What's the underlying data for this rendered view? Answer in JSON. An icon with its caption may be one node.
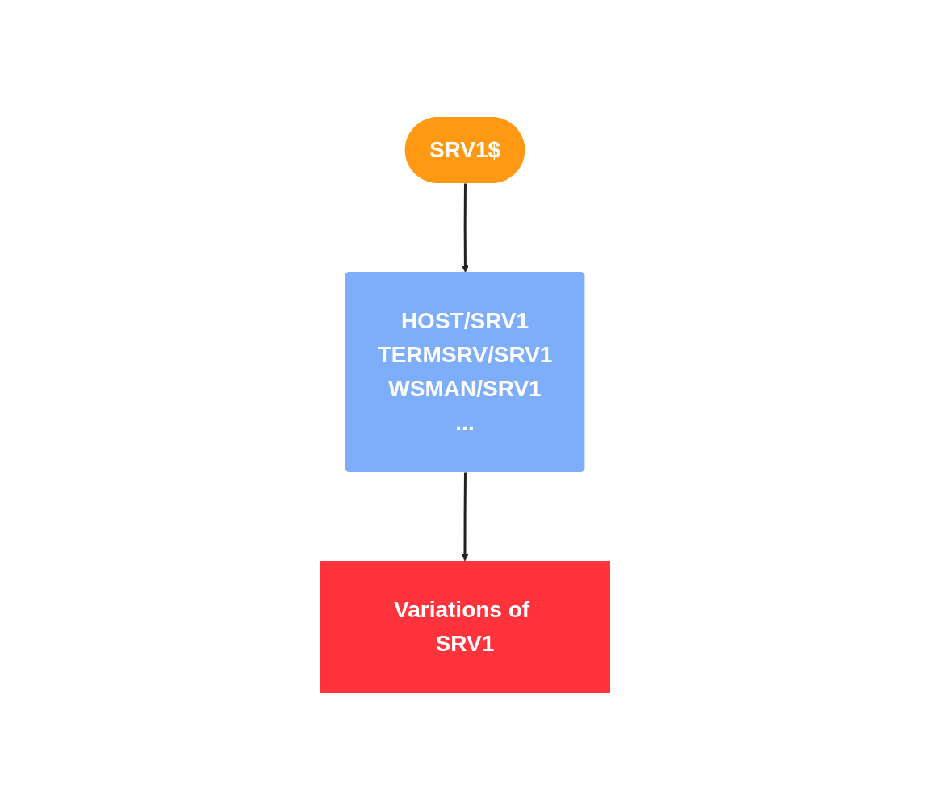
{
  "diagram": {
    "nodes": [
      {
        "text": [
          "SRV1$"
        ]
      },
      {
        "text": [
          "HOST/SRV1",
          "TERMSRV/SRV1",
          "WSMAN/SRV1",
          "..."
        ]
      },
      {
        "text": [
          "Variations of SRV1"
        ]
      }
    ],
    "edges": [
      {
        "from": 0,
        "to": 1,
        "arrow": "to"
      },
      {
        "from": 1,
        "to": 2,
        "arrow": "to"
      }
    ]
  }
}
